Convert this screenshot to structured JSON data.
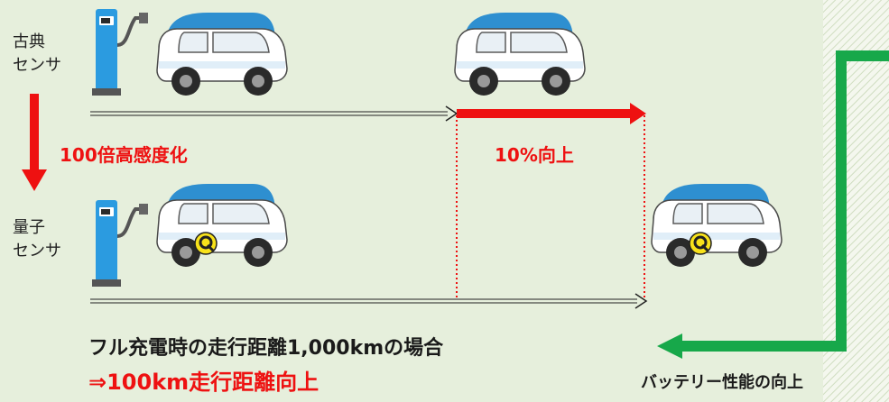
{
  "colors": {
    "background_panel": "#e6efdc",
    "accent_red": "#ee1111",
    "accent_green": "#17a84a",
    "text_dark": "#1a1a1a"
  },
  "labels": {
    "classic_line1": "古典",
    "classic_line2": "センサ",
    "quantum_line1": "量子",
    "quantum_line2": "センサ",
    "sensitivity": "100倍高感度化",
    "improvement": "10%向上",
    "range_case": "フル充電時の走行距離1,000kmの場合",
    "range_result": "⇒100km走行距離向上",
    "battery": "バッテリー性能の向上"
  },
  "icons": {
    "charging_station": "charging-station-icon",
    "car": "electric-car-icon",
    "quantum_badge": "quantum-q-icon"
  }
}
